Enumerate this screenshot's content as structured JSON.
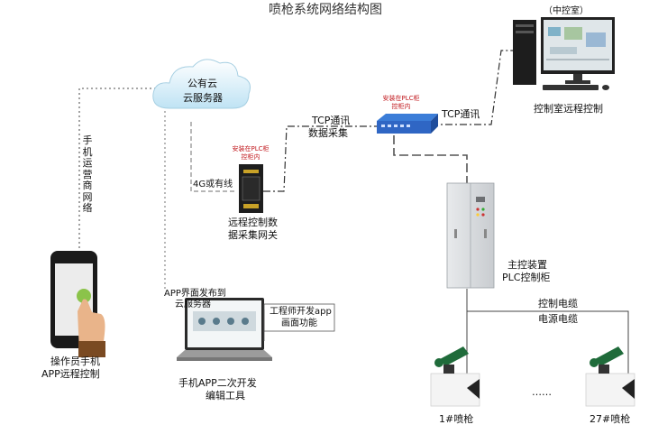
{
  "title": "喷枪系统网络结构图",
  "control_room": {
    "tag": "（中控室）",
    "label": "控制室远程控制"
  },
  "cloud": {
    "line1": "公有云",
    "line2": "云服务器"
  },
  "switch": {
    "note_line1": "安装在PLC柜",
    "note_line2": "控柜内"
  },
  "gateway": {
    "note_line1": "安装在PLC柜",
    "note_line2": "控柜内",
    "label_line1": "远程控制数",
    "label_line2": "据采集网关"
  },
  "links": {
    "tcp_left_line1": "TCP通讯",
    "tcp_left_line2": "数据采集",
    "tcp_right": "TCP通讯",
    "cellular": "4G或有线",
    "mobile_net": "手机运营商网络",
    "app_publish_line1": "APP界面发布到",
    "app_publish_line2": "云服务器",
    "cable_control": "控制电缆",
    "cable_power": "电源电缆"
  },
  "phone": {
    "label_line1": "操作员手机",
    "label_line2": "APP远程控制"
  },
  "laptop": {
    "callout_line1": "工程师开发app",
    "callout_line2": "画面功能",
    "label_line1": "手机APP二次开发",
    "label_line2": "编辑工具"
  },
  "cabinet": {
    "label_line1": "主控装置",
    "label_line2": "PLC控制柜"
  },
  "guns": {
    "first": "1#喷枪",
    "ellipsis": "……",
    "last": "27#喷枪"
  }
}
